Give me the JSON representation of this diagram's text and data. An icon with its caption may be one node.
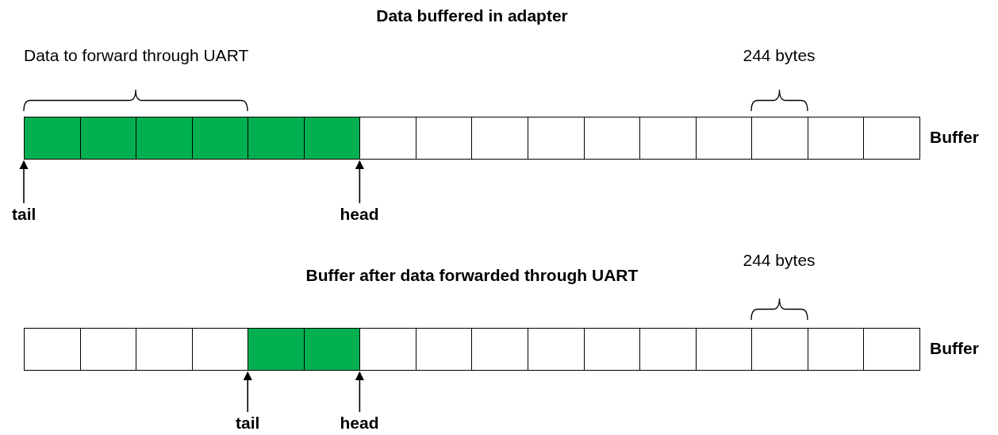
{
  "diagram": {
    "title": "Data buffered in adapter",
    "nodes": [
      {
        "text": [
          "Buffer"
        ]
      },
      {
        "text": [],
        "shape": "box",
        "in": 0
      },
      {
        "text": [],
        "shape": "box",
        "in": 0
      },
      {
        "text": [],
        "shape": "box",
        "in": 0
      },
      {
        "text": [],
        "shape": "box",
        "in": 0
      },
      {
        "text": [],
        "shape": "box",
        "in": 0
      },
      {
        "text": [],
        "shape": "box",
        "in": 0
      },
      {
        "text": [],
        "shape": "box",
        "in": 0
      },
      {
        "text": [],
        "shape": "box",
        "in": 0
      },
      {
        "text": [],
        "shape": "box",
        "in": 0
      },
      {
        "text": [],
        "shape": "box",
        "in": 0
      },
      {
        "text": [],
        "shape": "box",
        "in": 0
      },
      {
        "text": [],
        "shape": "box",
        "in": 0
      },
      {
        "text": [],
        "shape": "box",
        "in": 0
      },
      {
        "text": [],
        "shape": "box",
        "in": 0
      },
      {
        "text": [],
        "shape": "box",
        "in": 0
      },
      {
        "text": [],
        "shape": "box",
        "in": 0
      },
      {
        "text": [
          "tail"
        ]
      },
      {
        "text": [
          "head"
        ]
      },
      {
        "text": [
          "Buffer"
        ]
      },
      {
        "text": [],
        "shape": "box",
        "in": 19
      },
      {
        "text": [],
        "shape": "box",
        "in": 19
      },
      {
        "text": [],
        "shape": "box",
        "in": 19
      },
      {
        "text": [],
        "shape": "box",
        "in": 19
      },
      {
        "text": [],
        "shape": "box",
        "in": 19
      },
      {
        "text": [],
        "shape": "box",
        "in": 19
      },
      {
        "text": [],
        "shape": "box",
        "in": 19
      },
      {
        "text": [],
        "shape": "box",
        "in": 19
      },
      {
        "text": [],
        "shape": "box",
        "in": 19
      },
      {
        "text": [],
        "shape": "box",
        "in": 19
      },
      {
        "text": [],
        "shape": "box",
        "in": 19
      },
      {
        "text": [],
        "shape": "box",
        "in": 19
      },
      {
        "text": [],
        "shape": "box",
        "in": 19
      },
      {
        "text": [],
        "shape": "box",
        "in": 19
      },
      {
        "text": [],
        "shape": "box",
        "in": 19
      },
      {
        "text": [],
        "shape": "box",
        "in": 19
      },
      {
        "text": [
          "tail"
        ]
      },
      {
        "text": [
          "head"
        ]
      }
    ],
    "edges": [
      {
        "from": 17,
        "to": 1,
        "arrow": "to"
      },
      {
        "from": 18,
        "to": 7,
        "arrow": "to"
      },
      {
        "from": 36,
        "to": 24,
        "arrow": "to"
      },
      {
        "from": 37,
        "to": 26,
        "arrow": "to"
      }
    ],
    "labels": [
      "Data to forward through UART",
      "244 bytes",
      "244 bytes",
      "Buffer after data forwarded through UART"
    ]
  }
}
